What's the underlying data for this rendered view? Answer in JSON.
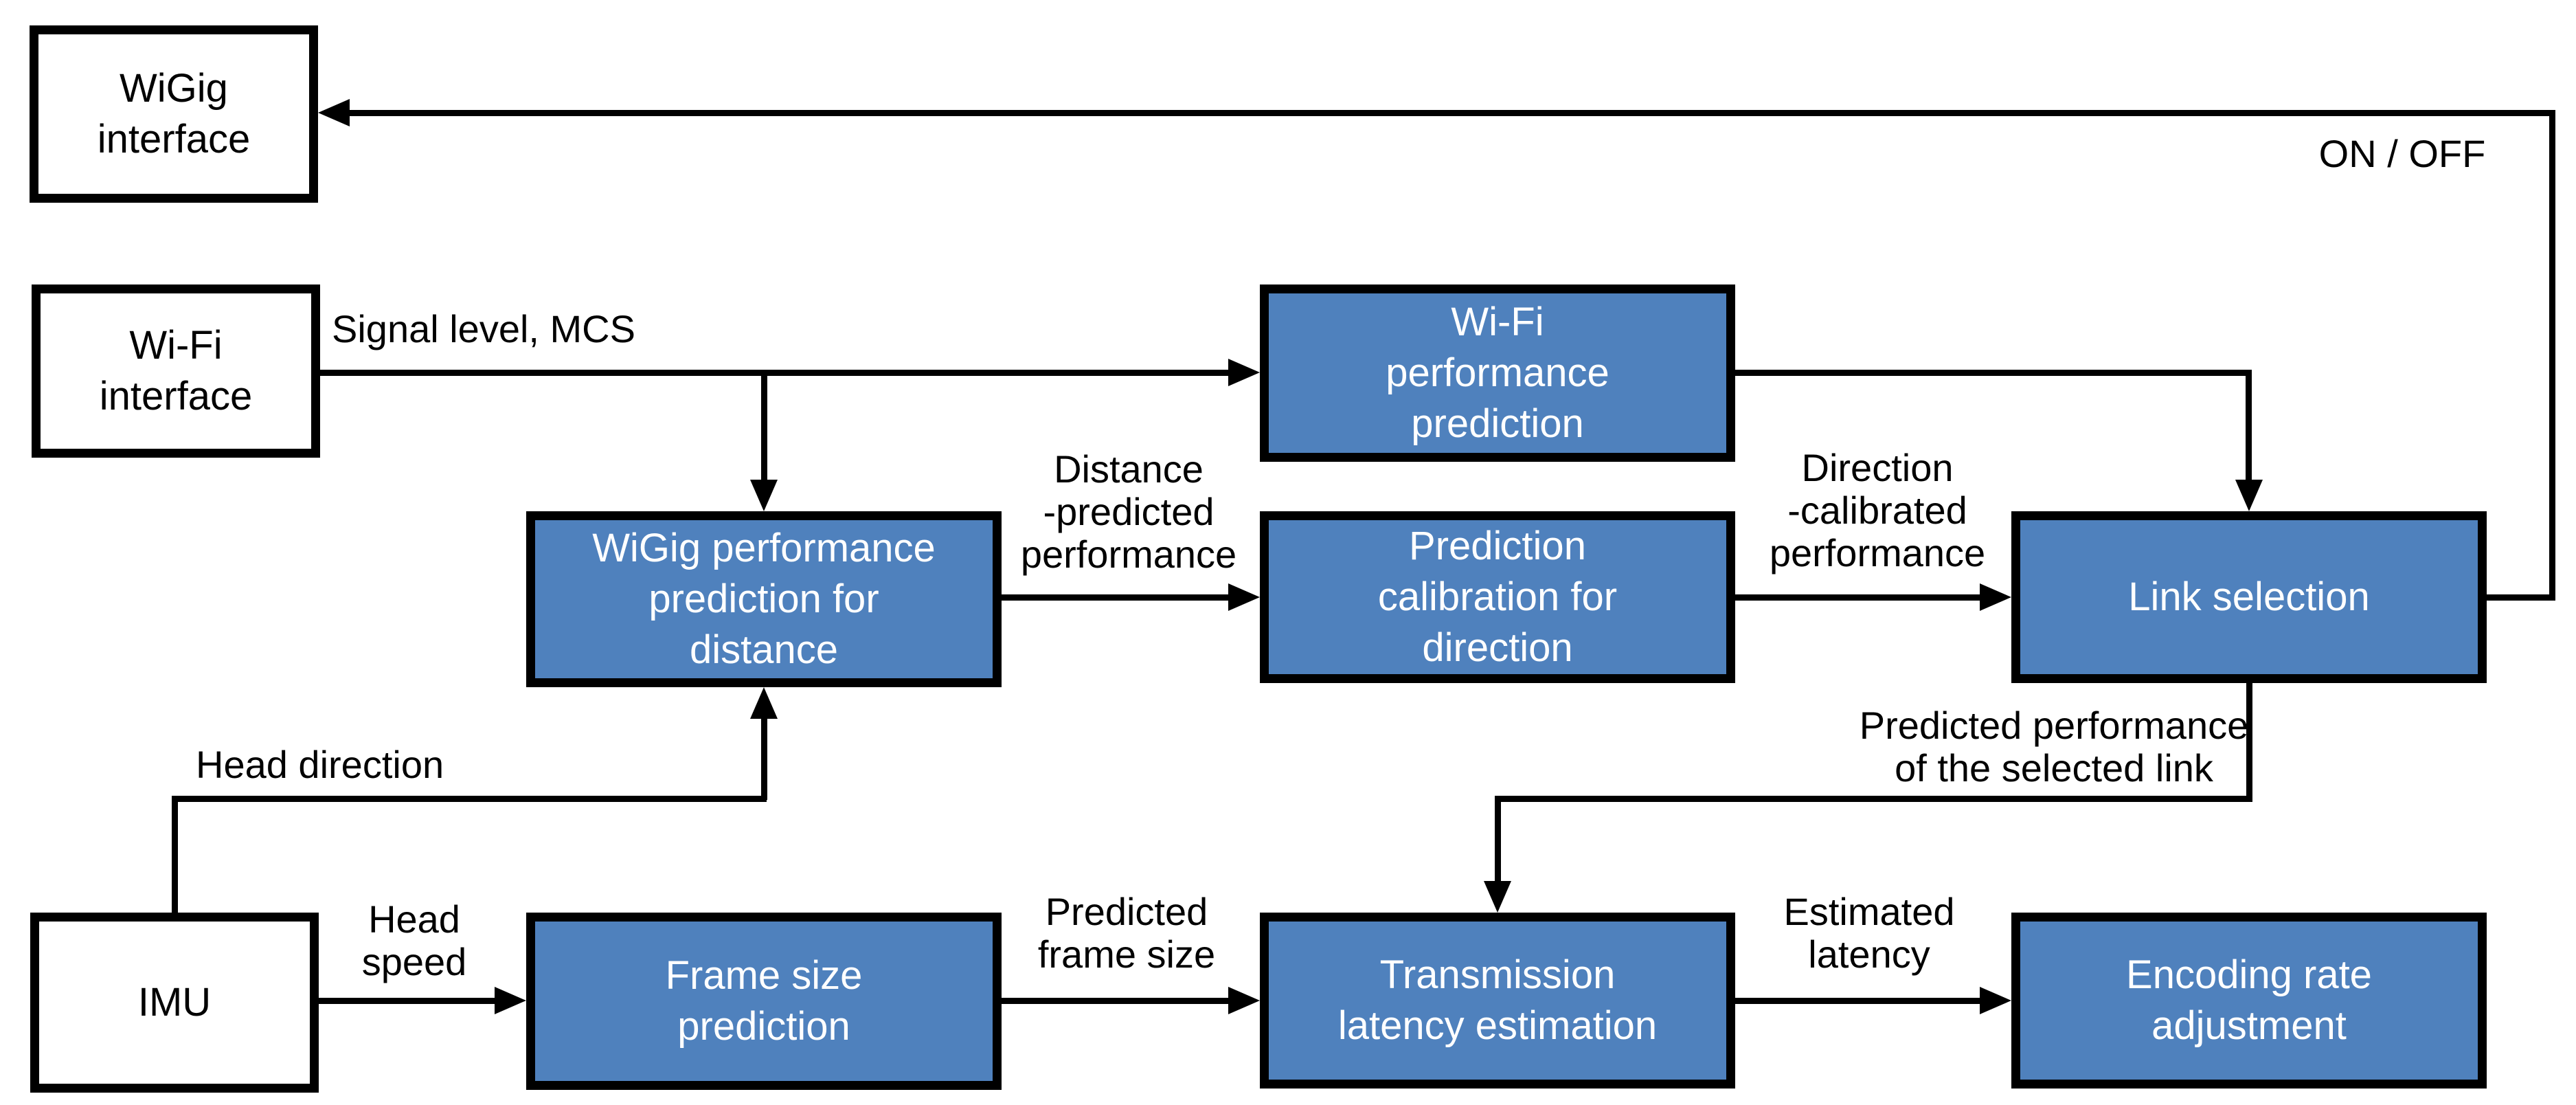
{
  "diagram": {
    "nodes": {
      "wigig_interface": {
        "label": "WiGig\ninterface",
        "type": "interface"
      },
      "wifi_interface": {
        "label": "Wi-Fi\ninterface",
        "type": "interface"
      },
      "imu": {
        "label": "IMU",
        "type": "interface"
      },
      "wifi_performance_prediction": {
        "label": "Wi-Fi\nperformance\nprediction",
        "type": "module"
      },
      "wigig_performance_prediction": {
        "label": "WiGig performance\nprediction for\ndistance",
        "type": "module"
      },
      "prediction_calibration": {
        "label": "Prediction\ncalibration for\ndirection",
        "type": "module"
      },
      "link_selection": {
        "label": "Link selection",
        "type": "module"
      },
      "frame_size_prediction": {
        "label": "Frame size\nprediction",
        "type": "module"
      },
      "transmission_latency_estimation": {
        "label": "Transmission\nlatency estimation",
        "type": "module"
      },
      "encoding_rate_adjustment": {
        "label": "Encoding rate\nadjustment",
        "type": "module"
      }
    },
    "edge_labels": {
      "signal_level": "Signal level, MCS",
      "distance_predicted": "Distance\n-predicted\nperformance",
      "direction_calibrated": "Direction\n-calibrated\nperformance",
      "on_off": "ON / OFF",
      "predicted_performance": "Predicted performance\nof the selected link",
      "head_direction": "Head direction",
      "head_speed": "Head\nspeed",
      "predicted_frame_size": "Predicted\nframe size",
      "estimated_latency": "Estimated\nlatency"
    },
    "colors": {
      "module_fill": "#4F81BD",
      "module_text": "#FFFFFF",
      "interface_fill": "#FFFFFF",
      "line": "#000000"
    }
  }
}
